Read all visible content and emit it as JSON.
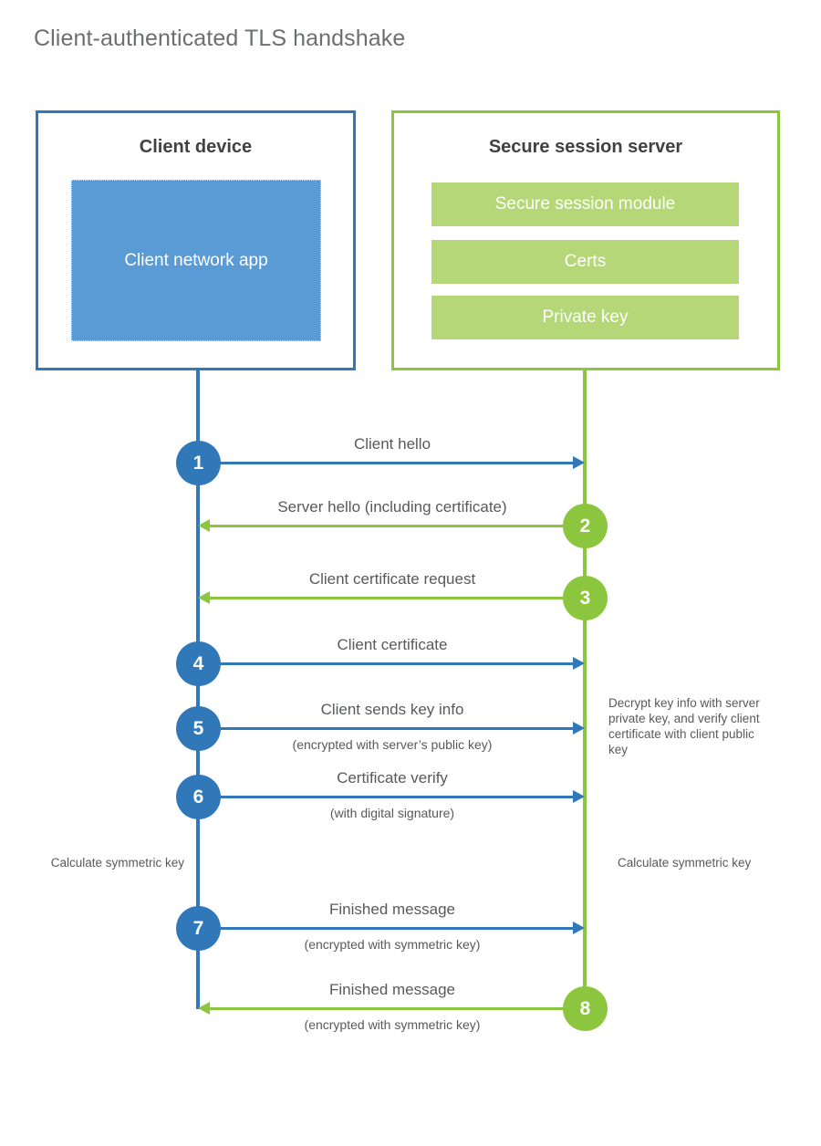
{
  "title": "Client-authenticated TLS handshake",
  "colors": {
    "client_blue": "#3178b8",
    "client_app_fill": "#5b9bd5",
    "server_green": "#8cc63e",
    "server_bar_fill": "#b5d778",
    "text_gray": "#58595b",
    "heading_gray": "#6d6e71"
  },
  "client": {
    "title": "Client device",
    "app_label": "Client network app"
  },
  "server": {
    "title": "Secure session server",
    "components": [
      "Secure session module",
      "Certs",
      "Private key"
    ]
  },
  "messages": [
    {
      "step": "1",
      "label": "Client hello",
      "sublabel": "",
      "direction": "client-to-server",
      "color": "blue"
    },
    {
      "step": "2",
      "label": "Server hello (including certificate)",
      "sublabel": "",
      "direction": "server-to-client",
      "color": "green"
    },
    {
      "step": "3",
      "label": "Client certificate request",
      "sublabel": "",
      "direction": "server-to-client",
      "color": "green"
    },
    {
      "step": "4",
      "label": "Client certificate",
      "sublabel": "",
      "direction": "client-to-server",
      "color": "blue"
    },
    {
      "step": "5",
      "label": "Client sends key info",
      "sublabel": "(encrypted with server’s public key)",
      "direction": "client-to-server",
      "color": "blue"
    },
    {
      "step": "6",
      "label": "Certificate verify",
      "sublabel": "(with digital signature)",
      "direction": "client-to-server",
      "color": "blue"
    },
    {
      "step": "7",
      "label": "Finished message",
      "sublabel": "(encrypted with symmetric key)",
      "direction": "client-to-server",
      "color": "blue"
    },
    {
      "step": "8",
      "label": "Finished message",
      "sublabel": "(encrypted with symmetric key)",
      "direction": "server-to-client",
      "color": "green"
    }
  ],
  "notes": {
    "server_decrypt": "Decrypt key info with server private key, and verify client certificate with client public key",
    "client_calculate": "Calculate symmetric key",
    "server_calculate": "Calculate symmetric key"
  }
}
